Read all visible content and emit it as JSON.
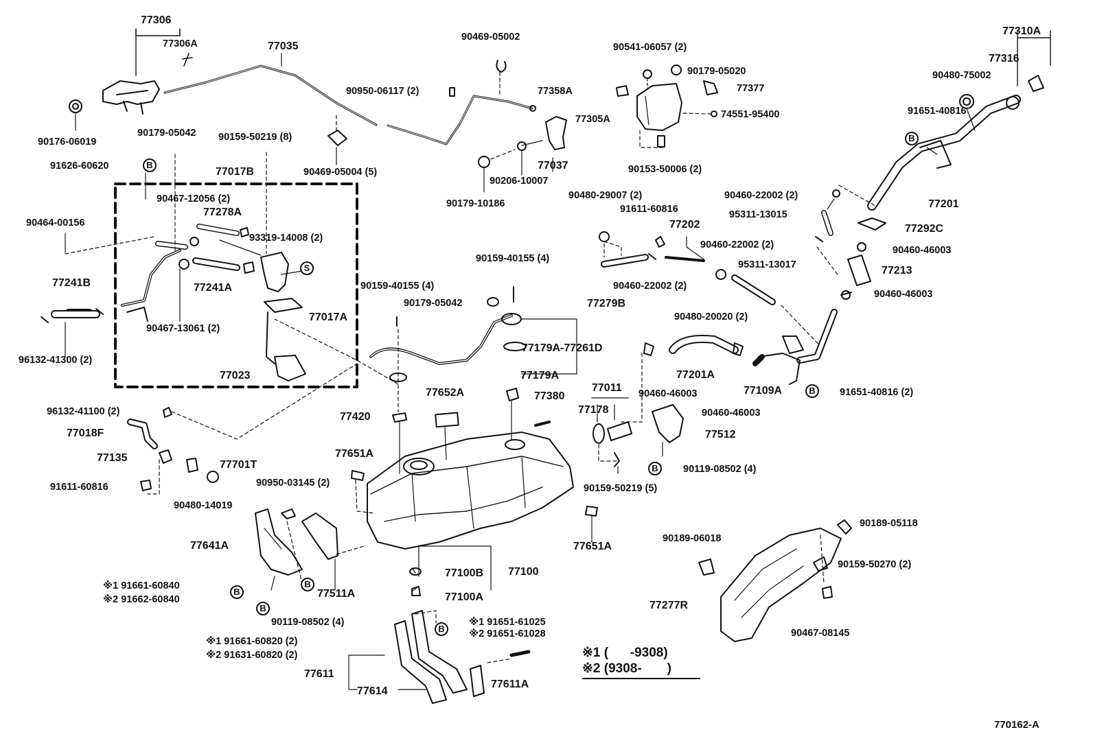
{
  "diagram_code": "770162-A",
  "legend": [
    {
      "mark": "※1",
      "text": "(      -9308)"
    },
    {
      "mark": "※2",
      "text": "(9308-       )"
    }
  ],
  "mark_b": "B",
  "mark_s": "S",
  "callouts": [
    {
      "id": "c-77306",
      "text": "77306"
    },
    {
      "id": "c-77306a",
      "text": "77306A"
    },
    {
      "id": "c-77035",
      "text": "77035"
    },
    {
      "id": "c-90469-05002",
      "text": "90469-05002"
    },
    {
      "id": "c-90541-06057",
      "text": "90541-06057 (2)"
    },
    {
      "id": "c-77310a",
      "text": "77310A"
    },
    {
      "id": "c-77316",
      "text": "77316"
    },
    {
      "id": "c-90480-75002",
      "text": "90480-75002"
    },
    {
      "id": "c-90179-05020",
      "text": "90179-05020"
    },
    {
      "id": "c-77358a",
      "text": "77358A"
    },
    {
      "id": "c-77377",
      "text": "77377"
    },
    {
      "id": "c-90950-06117",
      "text": "90950-06117 (2)"
    },
    {
      "id": "c-77305a",
      "text": "77305A"
    },
    {
      "id": "c-74551-95400",
      "text": "74551-95400"
    },
    {
      "id": "c-91651-40816-top",
      "text": "91651-40816"
    },
    {
      "id": "c-90176-06019",
      "text": "90176-06019"
    },
    {
      "id": "c-90179-05042-top",
      "text": "90179-05042"
    },
    {
      "id": "c-90159-50219-8",
      "text": "90159-50219 (8)"
    },
    {
      "id": "c-77037",
      "text": "77037"
    },
    {
      "id": "c-90153-50006",
      "text": "90153-50006 (2)"
    },
    {
      "id": "c-91626-60620",
      "text": "91626-60620"
    },
    {
      "id": "c-77017b",
      "text": "77017B"
    },
    {
      "id": "c-90469-05004",
      "text": "90469-05004 (5)"
    },
    {
      "id": "c-90206-10007",
      "text": "90206-10007"
    },
    {
      "id": "c-77201",
      "text": "77201"
    },
    {
      "id": "c-90460-22002-a",
      "text": "90460-22002 (2)"
    },
    {
      "id": "c-90480-29007",
      "text": "90480-29007 (2)"
    },
    {
      "id": "c-90179-10186",
      "text": "90179-10186"
    },
    {
      "id": "c-90467-12056",
      "text": "90467-12056 (2)"
    },
    {
      "id": "c-91611-60816-top",
      "text": "91611-60816"
    },
    {
      "id": "c-95311-13015",
      "text": "95311-13015"
    },
    {
      "id": "c-77278a",
      "text": "77278A"
    },
    {
      "id": "c-77202",
      "text": "77202"
    },
    {
      "id": "c-77292c",
      "text": "77292C"
    },
    {
      "id": "c-90464-00156",
      "text": "90464-00156"
    },
    {
      "id": "c-93319-14008",
      "text": "93319-14008 (2)"
    },
    {
      "id": "c-90460-22002-b",
      "text": "90460-22002 (2)"
    },
    {
      "id": "c-90460-46003-a",
      "text": "90460-46003"
    },
    {
      "id": "c-90159-40155-a",
      "text": "90159-40155 (4)"
    },
    {
      "id": "c-95311-13017",
      "text": "95311-13017"
    },
    {
      "id": "c-77213",
      "text": "77213"
    },
    {
      "id": "c-77241b",
      "text": "77241B"
    },
    {
      "id": "c-77241a",
      "text": "77241A"
    },
    {
      "id": "c-90460-22002-c",
      "text": "90460-22002 (2)"
    },
    {
      "id": "c-90159-40155-b",
      "text": "90159-40155 (4)"
    },
    {
      "id": "c-90460-46003-b",
      "text": "90460-46003"
    },
    {
      "id": "c-77279b",
      "text": "77279B"
    },
    {
      "id": "c-90179-05042-mid",
      "text": "90179-05042"
    },
    {
      "id": "c-90480-20020",
      "text": "90480-20020 (2)"
    },
    {
      "id": "c-77017a",
      "text": "77017A"
    },
    {
      "id": "c-90467-13061",
      "text": "90467-13061 (2)"
    },
    {
      "id": "c-96132-41300",
      "text": "96132-41300 (2)"
    },
    {
      "id": "c-77179a-77261d",
      "text": "77179A-77261D"
    },
    {
      "id": "c-77201a",
      "text": "77201A"
    },
    {
      "id": "c-77023",
      "text": "77023"
    },
    {
      "id": "c-77179a",
      "text": "77179A"
    },
    {
      "id": "c-90460-46003-c",
      "text": "90460-46003"
    },
    {
      "id": "c-77109a",
      "text": "77109A"
    },
    {
      "id": "c-91651-40816-bot",
      "text": "91651-40816 (2)"
    },
    {
      "id": "c-77011",
      "text": "77011"
    },
    {
      "id": "c-77652a",
      "text": "77652A"
    },
    {
      "id": "c-77380",
      "text": "77380"
    },
    {
      "id": "c-96132-41100",
      "text": "96132-41100 (2)"
    },
    {
      "id": "c-90460-46003-d",
      "text": "90460-46003"
    },
    {
      "id": "c-77178",
      "text": "77178"
    },
    {
      "id": "c-77420",
      "text": "77420"
    },
    {
      "id": "c-77018f",
      "text": "77018F"
    },
    {
      "id": "c-77512",
      "text": "77512"
    },
    {
      "id": "c-77651a-top",
      "text": "77651A"
    },
    {
      "id": "c-77135",
      "text": "77135"
    },
    {
      "id": "c-77701t",
      "text": "77701T"
    },
    {
      "id": "c-90119-08502-a",
      "text": "90119-08502 (4)"
    },
    {
      "id": "c-91611-60816-bot",
      "text": "91611-60816"
    },
    {
      "id": "c-90950-03145",
      "text": "90950-03145 (2)"
    },
    {
      "id": "c-90159-50219-5",
      "text": "90159-50219 (5)"
    },
    {
      "id": "c-90480-14019",
      "text": "90480-14019"
    },
    {
      "id": "c-90189-05118",
      "text": "90189-05118"
    },
    {
      "id": "c-77641a",
      "text": "77641A"
    },
    {
      "id": "c-77651a-bot",
      "text": "77651A"
    },
    {
      "id": "c-90189-06018",
      "text": "90189-06018"
    },
    {
      "id": "c-77100b",
      "text": "77100B"
    },
    {
      "id": "c-77100",
      "text": "77100"
    },
    {
      "id": "c-90159-50270",
      "text": "90159-50270 (2)"
    },
    {
      "id": "c-91661-60840",
      "text": "※1 91661-60840"
    },
    {
      "id": "c-91662-60840",
      "text": "※2 91662-60840"
    },
    {
      "id": "c-77511a",
      "text": "77511A"
    },
    {
      "id": "c-77100a",
      "text": "77100A"
    },
    {
      "id": "c-77277r",
      "text": "77277R"
    },
    {
      "id": "c-90119-08502-b",
      "text": "90119-08502 (4)"
    },
    {
      "id": "c-91651-61025",
      "text": "※1 91651-61025"
    },
    {
      "id": "c-91651-61028",
      "text": "※2 91651-61028"
    },
    {
      "id": "c-90467-08145",
      "text": "90467-08145"
    },
    {
      "id": "c-91661-60820",
      "text": "※1 91661-60820 (2)"
    },
    {
      "id": "c-91631-60820",
      "text": "※2 91631-60820 (2)"
    },
    {
      "id": "c-77611",
      "text": "77611"
    },
    {
      "id": "c-77611a",
      "text": "77611A"
    },
    {
      "id": "c-77614",
      "text": "77614"
    }
  ]
}
